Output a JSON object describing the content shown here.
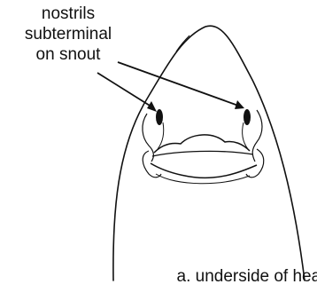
{
  "figure": {
    "callout_lines": [
      "nostrils",
      "subterminal",
      "on snout"
    ],
    "caption": "a. underside of head"
  },
  "colors": {
    "ink": "#111111",
    "background": "#ffffff"
  }
}
